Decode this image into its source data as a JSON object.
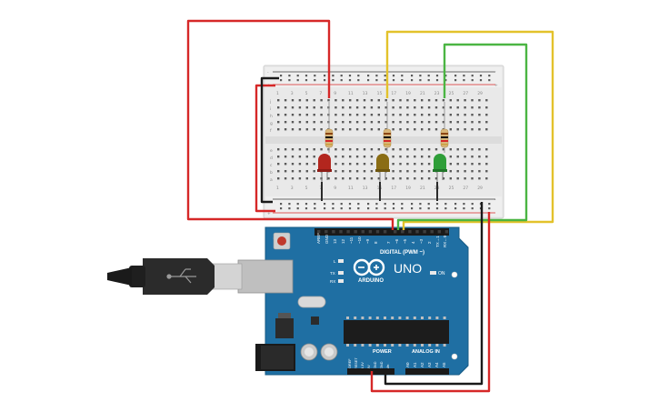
{
  "breadboard": {
    "rail_plus": "+",
    "rail_minus": "-",
    "row_letters_top": [
      "j",
      "i",
      "h",
      "g",
      "f"
    ],
    "row_letters_bottom": [
      "e",
      "d",
      "c",
      "b",
      "a"
    ],
    "column_numbers": [
      "1",
      "3",
      "5",
      "7",
      "9",
      "11",
      "13",
      "15",
      "17",
      "19",
      "21",
      "23",
      "25",
      "27",
      "29"
    ]
  },
  "components": {
    "leds": [
      {
        "name": "red-led",
        "color": "#b3261e"
      },
      {
        "name": "yellow-led",
        "color": "#8a6d14"
      },
      {
        "name": "green-led",
        "color": "#2e9e38"
      }
    ],
    "resistor_color": "#d8b67a"
  },
  "arduino": {
    "brand": "ARDUINO",
    "model": "UNO",
    "digital_header_label": "DIGITAL (PWM ~)",
    "power_label": "POWER",
    "analog_label": "ANALOG IN",
    "on_label": "ON",
    "led_labels": [
      "L",
      "TX",
      "RX"
    ],
    "digital_pins": [
      "AREF",
      "GND",
      "13",
      "12",
      "~11",
      "~10",
      "~9",
      "8",
      "7",
      "~6",
      "~5",
      "4",
      "~3",
      "2",
      "TX→1",
      "RX←0"
    ],
    "power_pins": [
      "IOREF",
      "RESET",
      "3.3V",
      "5V",
      "GND",
      "GND",
      "Vin"
    ],
    "analog_pins": [
      "A0",
      "A1",
      "A2",
      "A3",
      "A4",
      "A5"
    ],
    "board_color": "#1f6fa3"
  },
  "wires": {
    "red": "#d62828",
    "black": "#1a1a1a",
    "yellow": "#e3c22b",
    "green": "#4bb543"
  }
}
